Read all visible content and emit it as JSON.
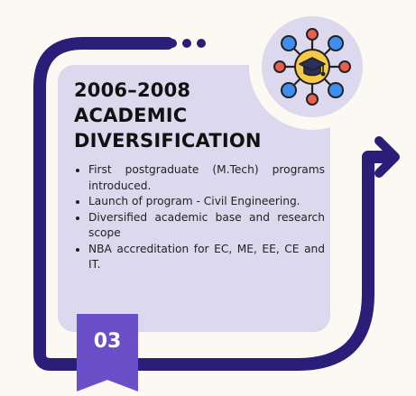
{
  "card": {
    "period": "2006–2008",
    "heading": "ACADEMIC DIVERSIFICATION",
    "points": [
      "First postgraduate (M.Tech) programs introduced.",
      "Launch of program - Civil Engineering.",
      "Diversified academic base and research scope",
      "NBA accreditation for EC, ME, EE, CE and IT."
    ]
  },
  "ribbon": {
    "number": "03"
  },
  "icon": {
    "name": "graduation-network-icon"
  },
  "colors": {
    "frame": "#2a1e78",
    "card": "#dcd8ee",
    "ribbon": "#6a4fc9",
    "node_blue": "#3d8ef0",
    "node_red": "#e8614f",
    "hub": "#f7c948"
  }
}
